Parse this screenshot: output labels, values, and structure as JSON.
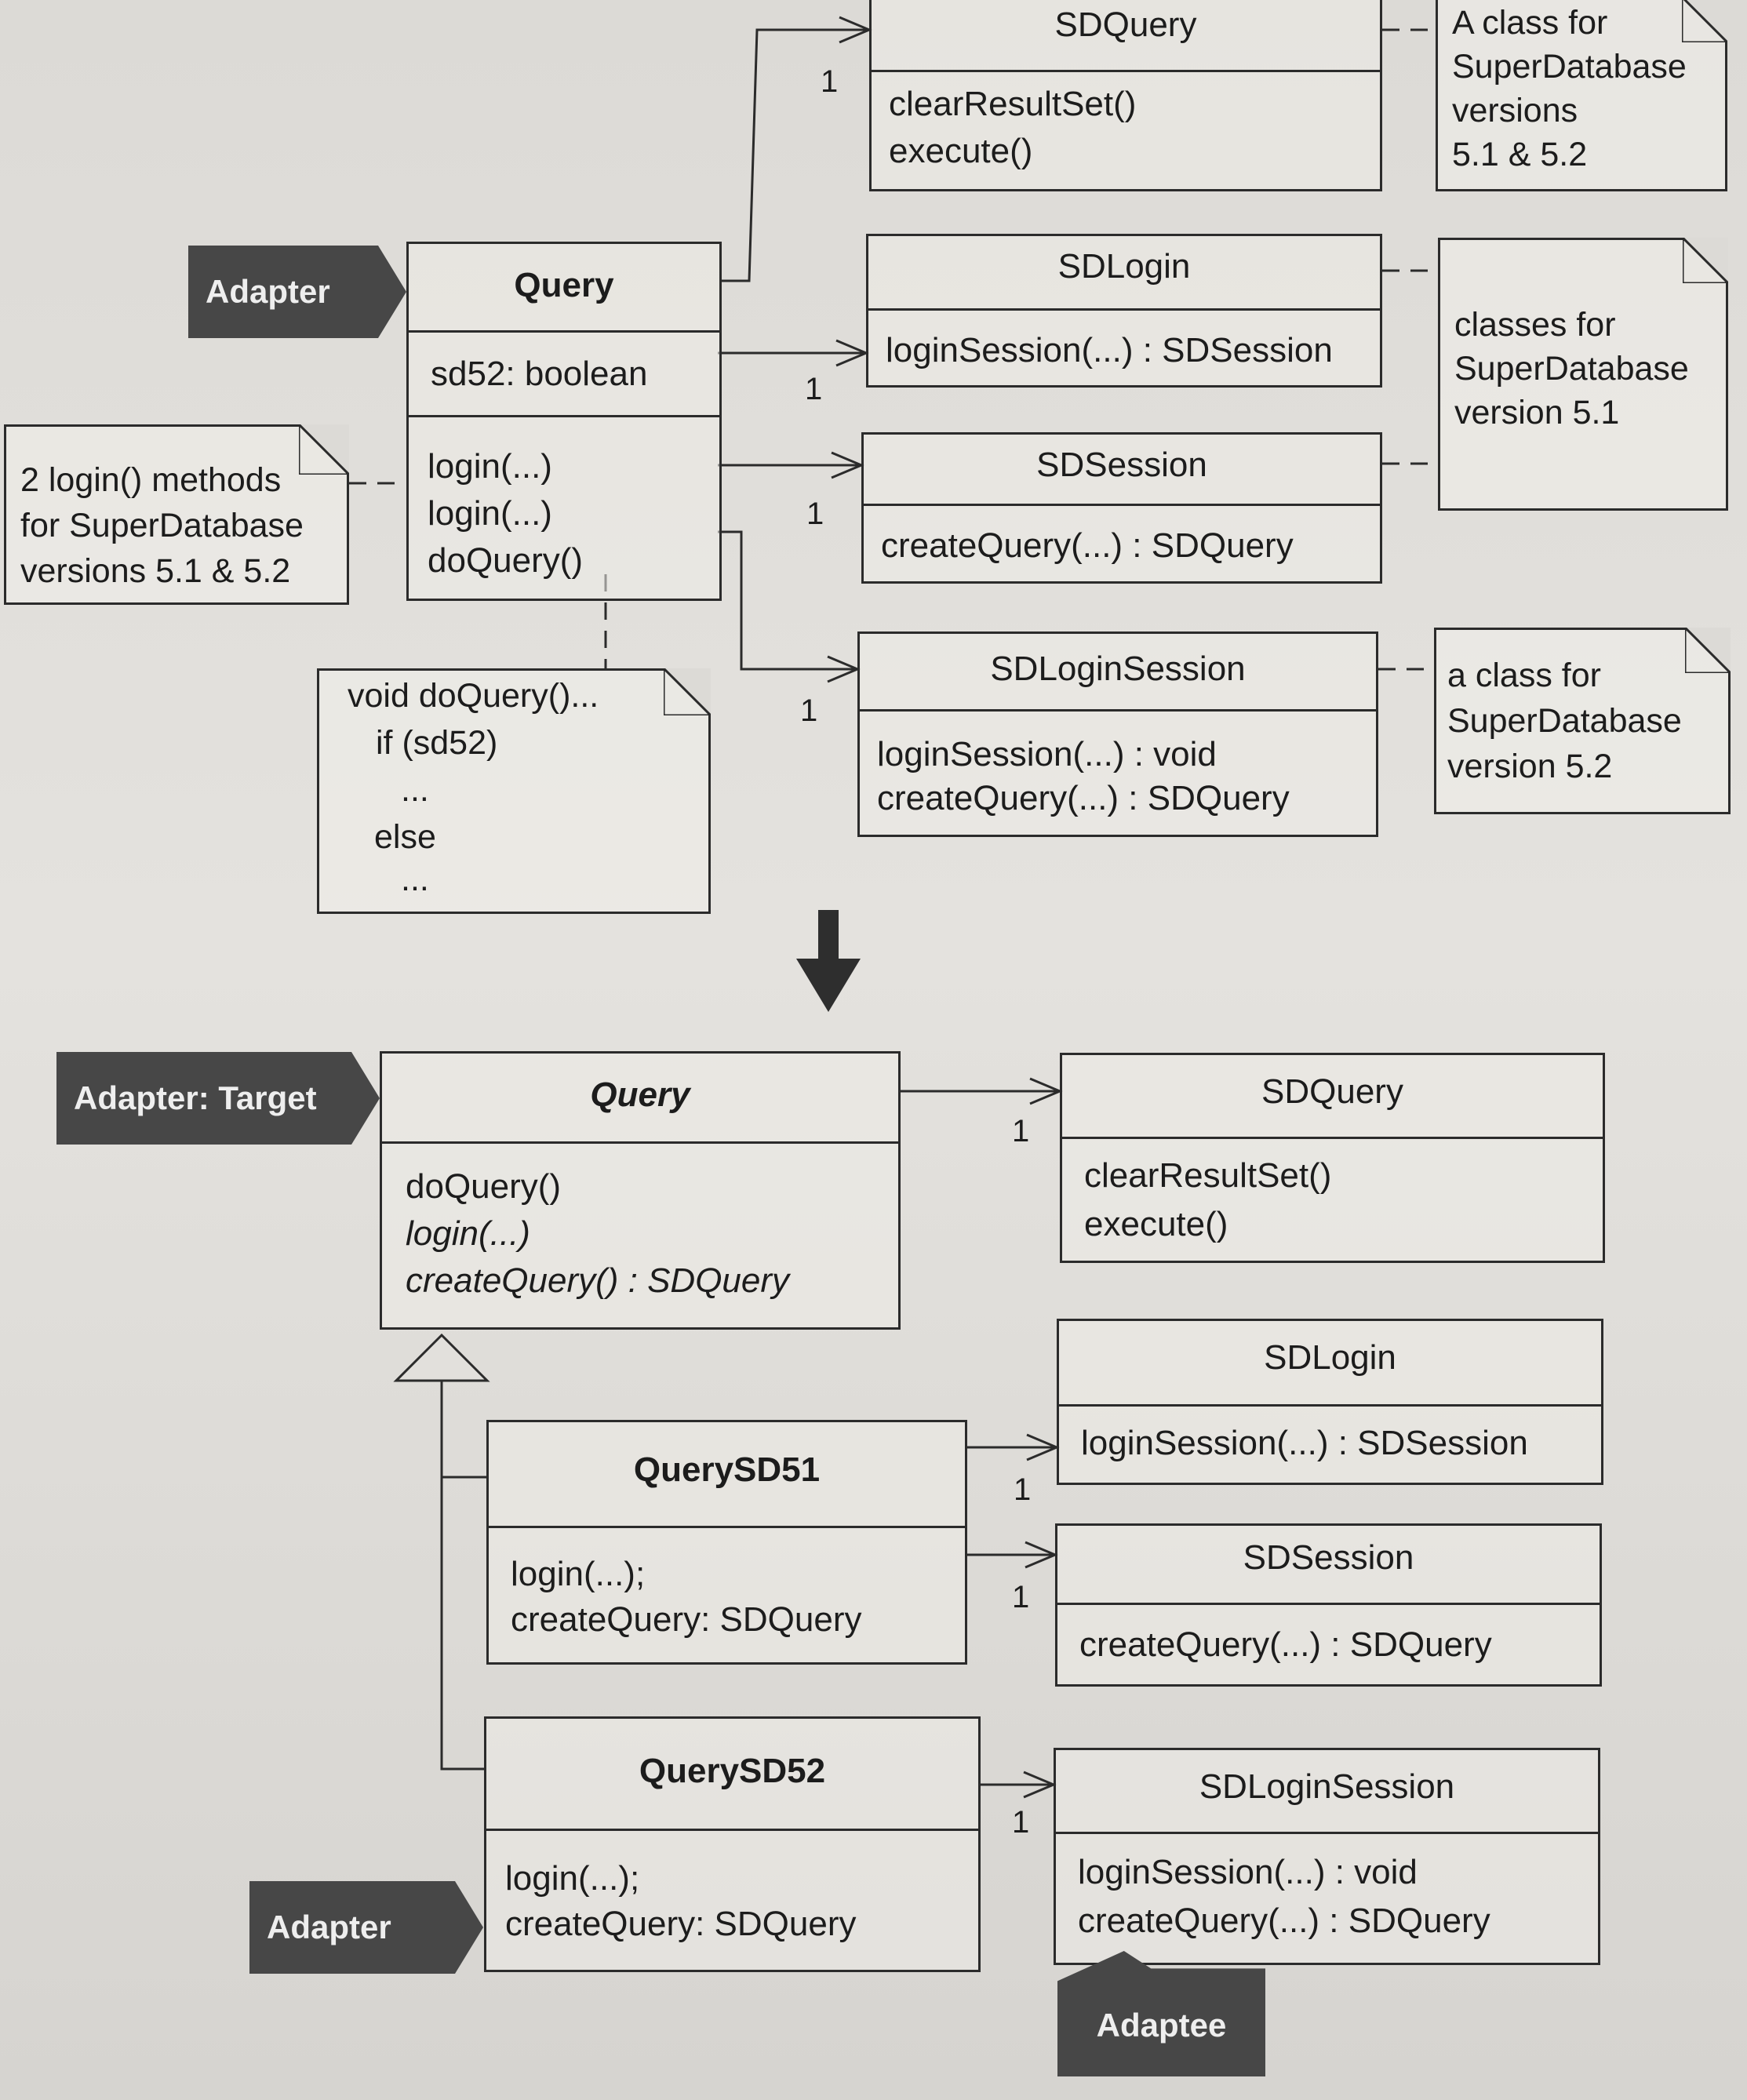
{
  "tags": {
    "adapter_top": "Adapter",
    "adapter_target": "Adapter: Target",
    "adapter_bottom": "Adapter",
    "adaptee": "Adaptee"
  },
  "multiplicity": "1",
  "top": {
    "query": {
      "name": "Query",
      "attribute": "sd52: boolean",
      "methods": [
        "login(...)",
        "login(...)",
        "doQuery()"
      ]
    },
    "sdquery": {
      "name": "SDQuery",
      "methods": [
        "clearResultSet()",
        "execute()"
      ]
    },
    "sdlogin": {
      "name": "SDLogin",
      "methods": [
        "loginSession(...) : SDSession"
      ]
    },
    "sdsession": {
      "name": "SDSession",
      "methods": [
        "createQuery(...) : SDQuery"
      ]
    },
    "sdloginsession": {
      "name": "SDLoginSession",
      "methods": [
        "loginSession(...) : void",
        "createQuery(...) : SDQuery"
      ]
    },
    "notes": {
      "login_methods": [
        "2 login() methods",
        "for SuperDatabase",
        "versions 5.1 & 5.2"
      ],
      "sdquery_class": [
        "A class for",
        "SuperDatabase",
        "versions",
        "5.1 & 5.2"
      ],
      "v51_classes": [
        "classes for",
        "SuperDatabase",
        "version 5.1"
      ],
      "v52_class": [
        "a class for",
        "SuperDatabase",
        "version 5.2"
      ],
      "doquery_code": [
        "void doQuery()...",
        "if (sd52)",
        "...",
        "else",
        "..."
      ]
    }
  },
  "bottom": {
    "query": {
      "name": "Query",
      "methods": [
        "doQuery()",
        "login(...)",
        "createQuery() : SDQuery"
      ]
    },
    "querysd51": {
      "name": "QuerySD51",
      "methods": [
        "login(...);",
        "createQuery: SDQuery"
      ]
    },
    "querysd52": {
      "name": "QuerySD52",
      "methods": [
        "login(...);",
        "createQuery: SDQuery"
      ]
    },
    "sdquery": {
      "name": "SDQuery",
      "methods": [
        "clearResultSet()",
        "execute()"
      ]
    },
    "sdlogin": {
      "name": "SDLogin",
      "methods": [
        "loginSession(...) : SDSession"
      ]
    },
    "sdsession": {
      "name": "SDSession",
      "methods": [
        "createQuery(...) : SDQuery"
      ]
    },
    "sdloginsession": {
      "name": "SDLoginSession",
      "methods": [
        "loginSession(...) : void",
        "createQuery(...) : SDQuery"
      ]
    }
  }
}
